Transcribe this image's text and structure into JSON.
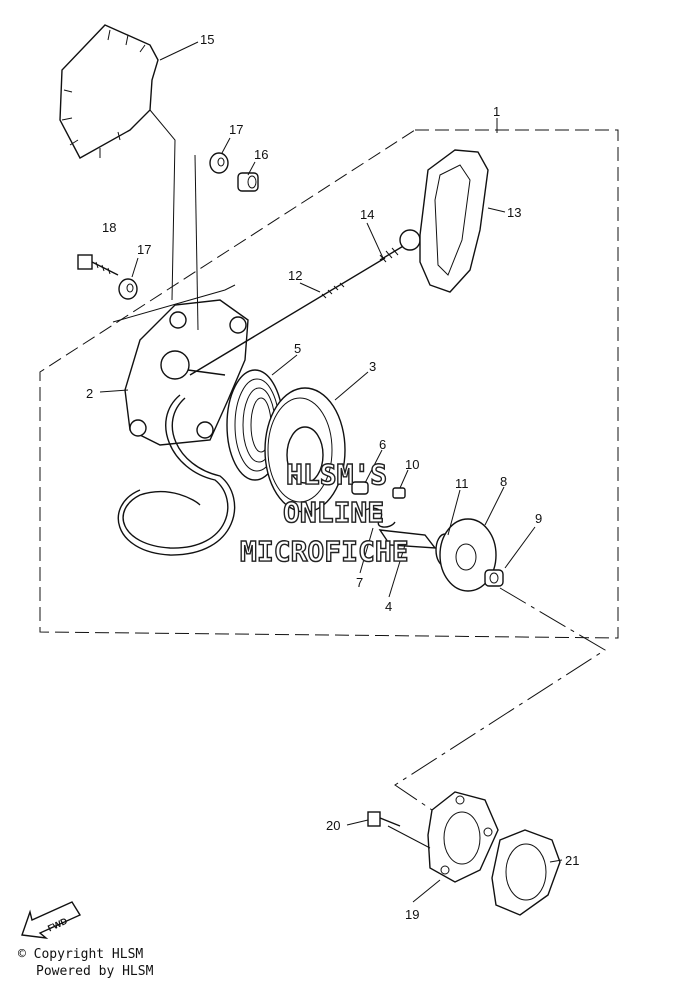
{
  "callouts": [
    "1",
    "2",
    "3",
    "4",
    "5",
    "6",
    "7",
    "8",
    "9",
    "10",
    "11",
    "12",
    "13",
    "14",
    "15",
    "16",
    "17",
    "17",
    "18",
    "19",
    "20",
    "21"
  ],
  "watermark": {
    "line1": "HLSM'S",
    "line2": "ONLINE",
    "line3": "MICROFICHE"
  },
  "fwd_label": "FWD",
  "footer": {
    "copyright": "© Copyright HLSM",
    "powered": "Powered by HLSM"
  }
}
